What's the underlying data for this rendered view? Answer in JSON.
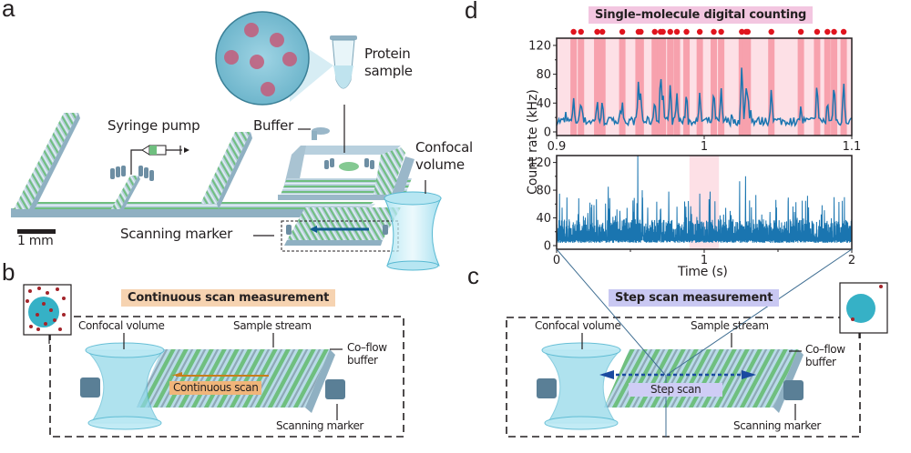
{
  "panels": {
    "a": {
      "label": "a",
      "protein_sample": [
        "Protein",
        "sample"
      ],
      "syringe_pump": "Syringe pump",
      "buffer": "Buffer",
      "confocal_volume": [
        "Confocal",
        "volume"
      ],
      "scanning_marker": "Scanning marker",
      "scale_bar": "1 mm"
    },
    "b": {
      "label": "b",
      "title": "Continuous scan measurement",
      "confocal_volume": "Confocal volume",
      "sample_stream": "Sample stream",
      "co_flow_buffer": [
        "Co–flow",
        "buffer"
      ],
      "scan_label": "Continuous scan",
      "scanning_marker": "Scanning marker"
    },
    "c": {
      "label": "c",
      "title": "Step scan measurement",
      "confocal_volume": "Confocal volume",
      "sample_stream": "Sample stream",
      "co_flow_buffer": [
        "Co–flow",
        "buffer"
      ],
      "scan_label": "Step scan",
      "scanning_marker": "Scanning marker"
    },
    "d": {
      "label": "d",
      "title": "Single–molecule digital counting",
      "ylabel": "Count rate (kHz)",
      "xlabel": "Time (s)"
    }
  },
  "colors": {
    "trace": "#1a75b0",
    "event_band": "#f7a1ad",
    "background_band": "#fde0e6",
    "event_dot": "#e0141e",
    "continuous_banner": "#f6d3b1",
    "step_banner": "#c9c8f2",
    "title_banner": "#f3c6e0",
    "channel_green": "#6fbf7f",
    "channel_blue": "#9ab7c9",
    "confocal": "#7fd4e6"
  },
  "chart_data": [
    {
      "type": "line",
      "name": "zoomed-trace",
      "title": "Single–molecule digital counting",
      "xlabel": "",
      "ylabel": "Count rate (kHz)",
      "xlim": [
        0.9,
        1.1
      ],
      "ylim": [
        0,
        130
      ],
      "xticks": [
        "0.9",
        "1",
        "1.1"
      ],
      "yticks": [
        "0",
        "40",
        "80",
        "120"
      ],
      "background_shaded": true,
      "events": [
        0.9115,
        0.9165,
        0.9275,
        0.931,
        0.9445,
        0.9555,
        0.957,
        0.9665,
        0.9705,
        0.972,
        0.977,
        0.9815,
        0.988,
        0.997,
        1.0065,
        1.0115,
        1.0255,
        1.0285,
        1.0295,
        1.0455,
        1.0655,
        1.0765,
        1.0835,
        1.088,
        1.0945
      ],
      "event_peaks": [
        48,
        47,
        47,
        47,
        44,
        75,
        56,
        48,
        88,
        62,
        68,
        55,
        60,
        57,
        63,
        62,
        96,
        62,
        62,
        62,
        38,
        67,
        47,
        72,
        72
      ],
      "baseline": 12
    },
    {
      "type": "line",
      "name": "full-trace",
      "xlabel": "Time (s)",
      "ylabel": "Count rate (kHz)",
      "xlim": [
        0,
        2
      ],
      "ylim": [
        0,
        130
      ],
      "xticks": [
        "0",
        "1",
        "2"
      ],
      "yticks": [
        "0",
        "40",
        "80",
        "120"
      ],
      "highlight_range": [
        0.9,
        1.1
      ],
      "tall_spikes": [
        [
          0.02,
          75
        ],
        [
          0.35,
          85
        ],
        [
          0.55,
          130
        ],
        [
          0.58,
          80
        ],
        [
          0.76,
          78
        ],
        [
          0.97,
          75
        ],
        [
          1.04,
          78
        ],
        [
          1.24,
          93
        ],
        [
          1.28,
          100
        ],
        [
          1.35,
          73
        ],
        [
          1.7,
          72
        ],
        [
          1.88,
          70
        ],
        [
          1.95,
          70
        ]
      ],
      "baseline": 10
    }
  ]
}
